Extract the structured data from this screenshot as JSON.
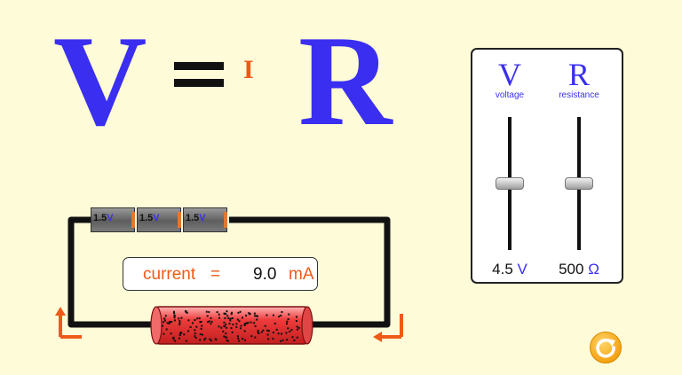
{
  "equation": {
    "v": "V",
    "i": "I",
    "r": "R"
  },
  "panel": {
    "voltage": {
      "symbol": "V",
      "label": "voltage",
      "value": "4.5",
      "unit": "V",
      "level": 0.5
    },
    "resistance": {
      "symbol": "R",
      "label": "resistance",
      "value": "500",
      "unit": "Ω",
      "level": 0.5
    }
  },
  "batteries": [
    {
      "value": "1.5",
      "unit": "V"
    },
    {
      "value": "1.5",
      "unit": "V"
    },
    {
      "value": "1.5",
      "unit": "V"
    }
  ],
  "current": {
    "label": "current",
    "equals": "=",
    "value": "9.0",
    "unit": "mA"
  },
  "colors": {
    "background": "#fefbd8",
    "accent_blue": "#3a2ff0",
    "accent_orange": "#ee5a17",
    "resistor_red": "#ee3b3b"
  },
  "icons": {
    "reset": "reset-icon"
  }
}
